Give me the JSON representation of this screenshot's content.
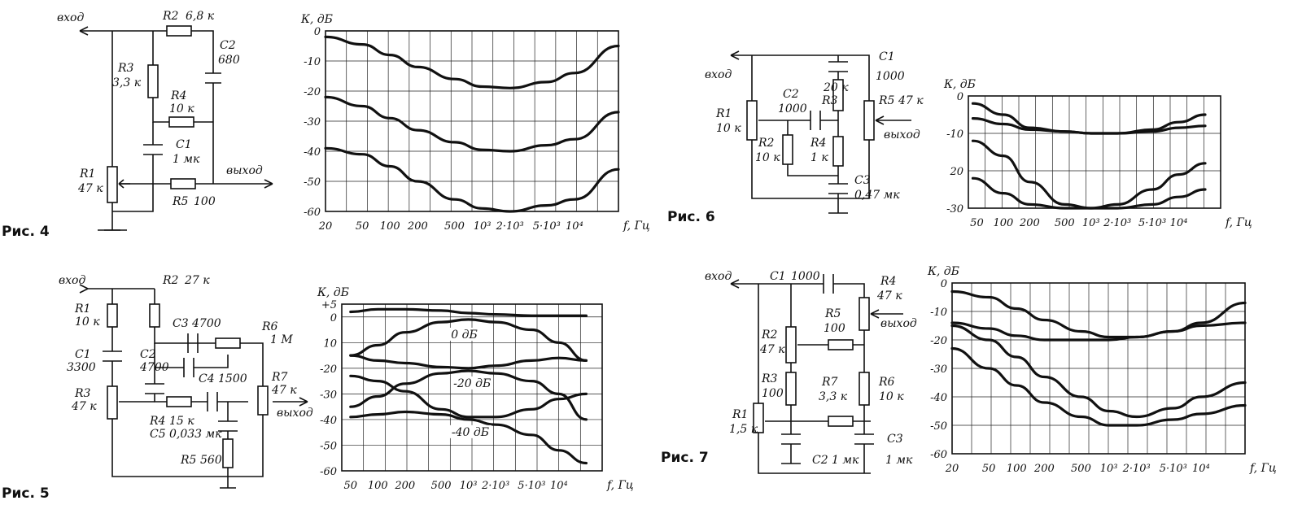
{
  "figures": [
    {
      "id": "fig4",
      "caption": "Рис. 4",
      "input": "вход",
      "output": "выход",
      "components": [
        {
          "ref": "R1",
          "value": "47 к"
        },
        {
          "ref": "R2",
          "value": "6,8 к"
        },
        {
          "ref": "R3",
          "value": "3,3 к"
        },
        {
          "ref": "R4",
          "value": "10 к"
        },
        {
          "ref": "R5",
          "value": "100"
        },
        {
          "ref": "C1",
          "value": "1 мк"
        },
        {
          "ref": "C2",
          "value": "680"
        }
      ]
    },
    {
      "id": "fig5",
      "caption": "Рис. 5",
      "input": "вход",
      "output": "выход",
      "components": [
        {
          "ref": "R1",
          "value": "10 к"
        },
        {
          "ref": "R2",
          "value": "27 к"
        },
        {
          "ref": "R3",
          "value": "47 к"
        },
        {
          "ref": "R4",
          "value": "15 к"
        },
        {
          "ref": "R5",
          "value": "560"
        },
        {
          "ref": "R6",
          "value": "1 М"
        },
        {
          "ref": "R7",
          "value": "47 к"
        },
        {
          "ref": "C1",
          "value": "3300"
        },
        {
          "ref": "C2",
          "value": "4700"
        },
        {
          "ref": "C3",
          "value": "4700"
        },
        {
          "ref": "C4",
          "value": "1500"
        },
        {
          "ref": "C5",
          "value": "0,033 мк"
        }
      ]
    },
    {
      "id": "fig6",
      "caption": "Рис. 6",
      "input": "вход",
      "output": "выход",
      "components": [
        {
          "ref": "R1",
          "value": "10 к"
        },
        {
          "ref": "R2",
          "value": "10 к"
        },
        {
          "ref": "R3",
          "value": "20 к"
        },
        {
          "ref": "R4",
          "value": "1 к"
        },
        {
          "ref": "R5",
          "value": "47 к"
        },
        {
          "ref": "C1",
          "value": "1000"
        },
        {
          "ref": "C2",
          "value": "1000"
        },
        {
          "ref": "C3",
          "value": "0,47 мк"
        }
      ]
    },
    {
      "id": "fig7",
      "caption": "Рис. 7",
      "input": "вход",
      "output": "выход",
      "components": [
        {
          "ref": "R1",
          "value": "1,5 к"
        },
        {
          "ref": "R2",
          "value": "47 к"
        },
        {
          "ref": "R3",
          "value": "100"
        },
        {
          "ref": "R4",
          "value": "47 к"
        },
        {
          "ref": "R5",
          "value": "100"
        },
        {
          "ref": "R6",
          "value": "10 к"
        },
        {
          "ref": "R7",
          "value": "3,3 к"
        },
        {
          "ref": "C1",
          "value": "1000"
        },
        {
          "ref": "C2",
          "value": "1 мк"
        },
        {
          "ref": "C3",
          "value": "1 мк"
        }
      ]
    }
  ],
  "chart_data": [
    {
      "id": "chart4",
      "type": "line",
      "ylabel": "К, дБ",
      "xlabel": "f, Гц",
      "x_scale": "log",
      "xlim": [
        20,
        30000
      ],
      "ylim": [
        -60,
        0
      ],
      "x_ticks": [
        {
          "v": 20,
          "t": "20"
        },
        {
          "v": 50,
          "t": "50"
        },
        {
          "v": 100,
          "t": "100"
        },
        {
          "v": 200,
          "t": "200"
        },
        {
          "v": 500,
          "t": "500"
        },
        {
          "v": 1000,
          "t": "10³"
        },
        {
          "v": 2000,
          "t": "2·10³"
        },
        {
          "v": 5000,
          "t": "5·10³"
        },
        {
          "v": 10000,
          "t": "10⁴"
        }
      ],
      "y_ticks": [
        {
          "v": 0,
          "t": "0"
        },
        {
          "v": -10,
          "t": "-10"
        },
        {
          "v": -20,
          "t": "-20"
        },
        {
          "v": -30,
          "t": "-30"
        },
        {
          "v": -40,
          "t": "-40"
        },
        {
          "v": -50,
          "t": "-50"
        },
        {
          "v": -60,
          "t": "-60"
        }
      ],
      "annotations": [],
      "series": [
        {
          "x": [
            20,
            50,
            100,
            200,
            500,
            1000,
            2000,
            5000,
            10000,
            30000
          ],
          "y": [
            -2,
            -4.5,
            -8,
            -12,
            -16,
            -18.5,
            -19,
            -17,
            -14,
            -5
          ]
        },
        {
          "x": [
            20,
            50,
            100,
            200,
            500,
            1000,
            2000,
            5000,
            10000,
            30000
          ],
          "y": [
            -22,
            -25,
            -29,
            -33,
            -37,
            -39.5,
            -40,
            -38,
            -36,
            -27
          ]
        },
        {
          "x": [
            20,
            50,
            100,
            200,
            500,
            1000,
            2000,
            5000,
            10000,
            30000
          ],
          "y": [
            -39,
            -41,
            -45,
            -50,
            -56,
            -59,
            -60,
            -58,
            -56,
            -46
          ]
        }
      ]
    },
    {
      "id": "chart5",
      "type": "line",
      "ylabel": "К, дБ",
      "xlabel": "f, Гц",
      "x_scale": "log",
      "xlim": [
        40,
        30000
      ],
      "ylim": [
        -60,
        5
      ],
      "x_ticks": [
        {
          "v": 50,
          "t": "50"
        },
        {
          "v": 100,
          "t": "100"
        },
        {
          "v": 200,
          "t": "200"
        },
        {
          "v": 500,
          "t": "500"
        },
        {
          "v": 1000,
          "t": "10³"
        },
        {
          "v": 2000,
          "t": "2·10³"
        },
        {
          "v": 5000,
          "t": "5·10³"
        },
        {
          "v": 10000,
          "t": "10⁴"
        }
      ],
      "y_ticks": [
        {
          "v": 5,
          "t": "+5"
        },
        {
          "v": 0,
          "t": "0"
        },
        {
          "v": -10,
          "t": "10"
        },
        {
          "v": -20,
          "t": "-20"
        },
        {
          "v": -30,
          "t": "-30"
        },
        {
          "v": -40,
          "t": "-40"
        },
        {
          "v": -50,
          "t": "-50"
        },
        {
          "v": -60,
          "t": "-60"
        }
      ],
      "annotations": [
        {
          "text": "0 дБ",
          "x": 900,
          "y": -8
        },
        {
          "text": "-20 дБ",
          "x": 1100,
          "y": -27
        },
        {
          "text": "-40 дБ",
          "x": 1050,
          "y": -46
        }
      ],
      "series": [
        {
          "x": [
            50,
            100,
            200,
            500,
            1000,
            2000,
            5000,
            10000,
            20000
          ],
          "y": [
            2,
            3,
            3,
            2.5,
            1.5,
            1,
            0.5,
            0.5,
            0.5
          ]
        },
        {
          "x": [
            50,
            100,
            200,
            500,
            1000,
            2000,
            5000,
            10000,
            20000
          ],
          "y": [
            -15,
            -11,
            -6,
            -2,
            -1,
            -2,
            -5,
            -10,
            -17
          ]
        },
        {
          "x": [
            50,
            100,
            200,
            500,
            1000,
            2000,
            5000,
            10000,
            20000
          ],
          "y": [
            -15,
            -17,
            -18,
            -19.5,
            -20,
            -19,
            -17,
            -16,
            -17
          ]
        },
        {
          "x": [
            50,
            100,
            200,
            500,
            1000,
            2000,
            5000,
            10000,
            20000
          ],
          "y": [
            -23,
            -25,
            -29,
            -36,
            -39,
            -39,
            -36,
            -32,
            -30
          ]
        },
        {
          "x": [
            50,
            100,
            200,
            500,
            1000,
            2000,
            5000,
            10000,
            20000
          ],
          "y": [
            -35,
            -31,
            -26,
            -22,
            -21,
            -22,
            -25,
            -30,
            -40
          ]
        },
        {
          "x": [
            50,
            100,
            200,
            500,
            1000,
            2000,
            5000,
            10000,
            20000
          ],
          "y": [
            -39,
            -38,
            -37,
            -38,
            -40,
            -42,
            -46,
            -52,
            -57
          ]
        }
      ]
    },
    {
      "id": "chart6",
      "type": "line",
      "ylabel": "К, дБ",
      "xlabel": "f, Гц",
      "x_scale": "log",
      "xlim": [
        40,
        30000
      ],
      "ylim": [
        -30,
        0
      ],
      "x_ticks": [
        {
          "v": 50,
          "t": "50"
        },
        {
          "v": 100,
          "t": "100"
        },
        {
          "v": 200,
          "t": "200"
        },
        {
          "v": 500,
          "t": "500"
        },
        {
          "v": 1000,
          "t": "10³"
        },
        {
          "v": 2000,
          "t": "2·10³"
        },
        {
          "v": 5000,
          "t": "5·10³"
        },
        {
          "v": 10000,
          "t": "10⁴"
        }
      ],
      "y_ticks": [
        {
          "v": 0,
          "t": "0"
        },
        {
          "v": -10,
          "t": "-10"
        },
        {
          "v": -20,
          "t": "20"
        },
        {
          "v": -30,
          "t": "-30"
        }
      ],
      "annotations": [],
      "series": [
        {
          "x": [
            45,
            100,
            200,
            500,
            1000,
            2000,
            5000,
            10000,
            20000
          ],
          "y": [
            -2,
            -5,
            -8.5,
            -9.5,
            -10,
            -10,
            -9.5,
            -8.5,
            -8
          ]
        },
        {
          "x": [
            45,
            100,
            200,
            500,
            1000,
            2000,
            5000,
            10000,
            20000
          ],
          "y": [
            -6,
            -7.5,
            -9,
            -9.5,
            -10,
            -10,
            -9,
            -7,
            -5
          ]
        },
        {
          "x": [
            45,
            100,
            200,
            500,
            1000,
            2000,
            5000,
            10000,
            20000
          ],
          "y": [
            -12,
            -16,
            -23,
            -29,
            -30,
            -29,
            -25,
            -21,
            -18
          ]
        },
        {
          "x": [
            45,
            100,
            200,
            500,
            1000,
            2000,
            5000,
            10000,
            20000
          ],
          "y": [
            -22,
            -26,
            -29,
            -30,
            -30,
            -30,
            -29,
            -27,
            -25
          ]
        }
      ]
    },
    {
      "id": "chart7",
      "type": "line",
      "ylabel": "К, дБ",
      "xlabel": "f, Гц",
      "x_scale": "log",
      "xlim": [
        20,
        30000
      ],
      "ylim": [
        -60,
        0
      ],
      "x_ticks": [
        {
          "v": 20,
          "t": "20"
        },
        {
          "v": 50,
          "t": "50"
        },
        {
          "v": 100,
          "t": "100"
        },
        {
          "v": 200,
          "t": "200"
        },
        {
          "v": 500,
          "t": "500"
        },
        {
          "v": 1000,
          "t": "10³"
        },
        {
          "v": 2000,
          "t": "2·10³"
        },
        {
          "v": 5000,
          "t": "5·10³"
        },
        {
          "v": 10000,
          "t": "10⁴"
        }
      ],
      "y_ticks": [
        {
          "v": 0,
          "t": "0"
        },
        {
          "v": -10,
          "t": "-10"
        },
        {
          "v": -20,
          "t": "-20"
        },
        {
          "v": -30,
          "t": "-30"
        },
        {
          "v": -40,
          "t": "-40"
        },
        {
          "v": -50,
          "t": "-50"
        },
        {
          "v": -60,
          "t": "-60"
        }
      ],
      "annotations": [],
      "series": [
        {
          "x": [
            20,
            50,
            100,
            200,
            500,
            1000,
            2000,
            5000,
            10000,
            30000
          ],
          "y": [
            -3,
            -5,
            -9,
            -13,
            -17,
            -19,
            -19,
            -17,
            -14,
            -7
          ]
        },
        {
          "x": [
            20,
            50,
            100,
            200,
            500,
            1000,
            2000,
            5000,
            10000,
            30000
          ],
          "y": [
            -14,
            -16,
            -18.5,
            -20,
            -20,
            -20,
            -19,
            -17,
            -15,
            -14
          ]
        },
        {
          "x": [
            20,
            50,
            100,
            200,
            500,
            1000,
            2000,
            5000,
            10000,
            30000
          ],
          "y": [
            -15,
            -20,
            -26,
            -33,
            -40,
            -45,
            -47,
            -44,
            -40,
            -35
          ]
        },
        {
          "x": [
            20,
            50,
            100,
            200,
            500,
            1000,
            2000,
            5000,
            10000,
            30000
          ],
          "y": [
            -23,
            -30,
            -36,
            -42,
            -47,
            -50,
            -50,
            -48,
            -46,
            -43
          ]
        }
      ]
    }
  ]
}
